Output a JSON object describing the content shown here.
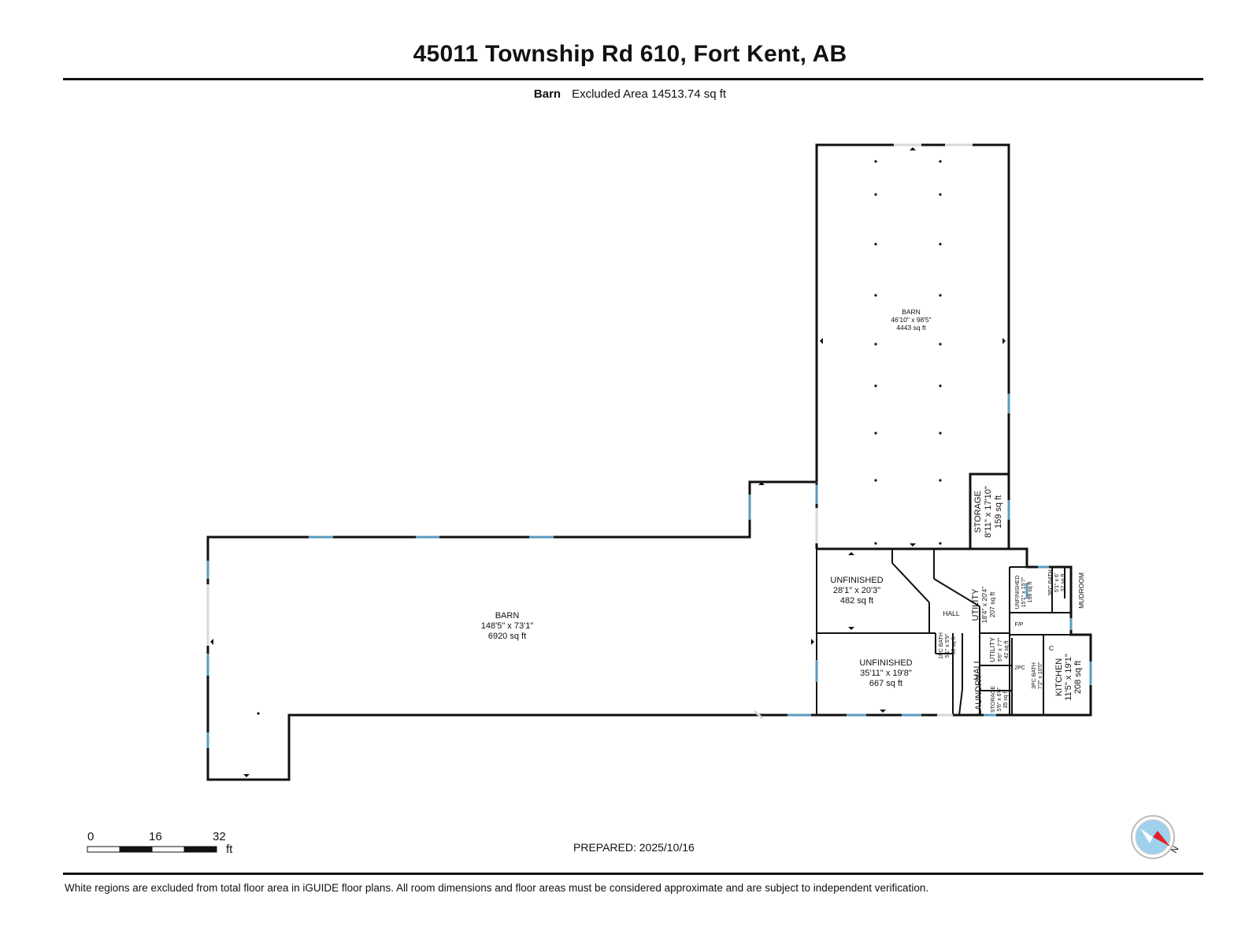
{
  "header": {
    "title": "45011 Township Rd 610, Fort Kent, AB",
    "level_name": "Barn",
    "excluded_area": "Excluded Area 14513.74 sq ft"
  },
  "rooms": {
    "barn_north": {
      "name": "BARN",
      "dims": "46'10\" x 98'5\"",
      "area": "4443 sq ft"
    },
    "barn_main": {
      "name": "BARN",
      "dims": "148'5\" x 73'1\"",
      "area": "6920 sq ft"
    },
    "storage": {
      "name": "STORAGE",
      "dims": "8'11\" x 17'10\"",
      "area": "159 sq ft"
    },
    "unfinished_1": {
      "name": "UNFINISHED",
      "dims": "28'1\" x 20'3\"",
      "area": "482 sq ft"
    },
    "unfinished_2": {
      "name": "UNFINISHED",
      "dims": "35'11\" x 19'8\"",
      "area": "667 sq ft"
    },
    "hall_1": {
      "name": "HALL"
    },
    "hall_2": {
      "name": "HALL"
    },
    "utility_1": {
      "name": "UTILITY",
      "dims": "18'4\" x 20'4\"",
      "area": "207 sq ft"
    },
    "utility_2": {
      "name": "UTILITY",
      "dims": "5'6\" x 7'7\"",
      "area": "42 sq ft"
    },
    "unfinished_3": {
      "name": "UNFINISHED",
      "dims": "15'1\" x 15'7\"",
      "area": "198 sq ft"
    },
    "bath_3pc_top": {
      "name": "3PC BATH",
      "dims": "5'1\" x 6'",
      "area": "32 sq ft"
    },
    "mudroom": {
      "name": "MUDROOM"
    },
    "bath_1pc": {
      "name": "1PC BATH",
      "dims": "5'1\" x 5'9\"",
      "area": "30 sq ft"
    },
    "laundry": {
      "name": "LAUNDRY"
    },
    "storage_small": {
      "name": "STORAGE",
      "dims": "5'6\" x 6'6\"",
      "area": "35 sq ft"
    },
    "fp": {
      "name": "F/P"
    },
    "pc2": {
      "name": "2PC"
    },
    "bath_3pc_low": {
      "name": "3PC BATH",
      "dims": "7'2\" x 10'0\""
    },
    "closet": {
      "name": "C"
    },
    "kitchen": {
      "name": "KITCHEN",
      "dims": "11'5\" x 19'1\"",
      "area": "208 sq ft"
    }
  },
  "scale_bar": {
    "ticks": [
      "0",
      "16",
      "32"
    ],
    "unit": "ft"
  },
  "compass": {
    "label": "N"
  },
  "prepared": "PREPARED: 2025/10/16",
  "footer_note": "White regions are excluded from total floor area in iGUIDE floor plans. All room dimensions and floor areas must be considered approximate and are subject to independent verification.",
  "colors": {
    "wall": "#111111",
    "window": "#5b9bbf",
    "door": "#d8d8d8",
    "compass_fill": "#9fd0ec",
    "compass_needle": "#e0202a"
  }
}
